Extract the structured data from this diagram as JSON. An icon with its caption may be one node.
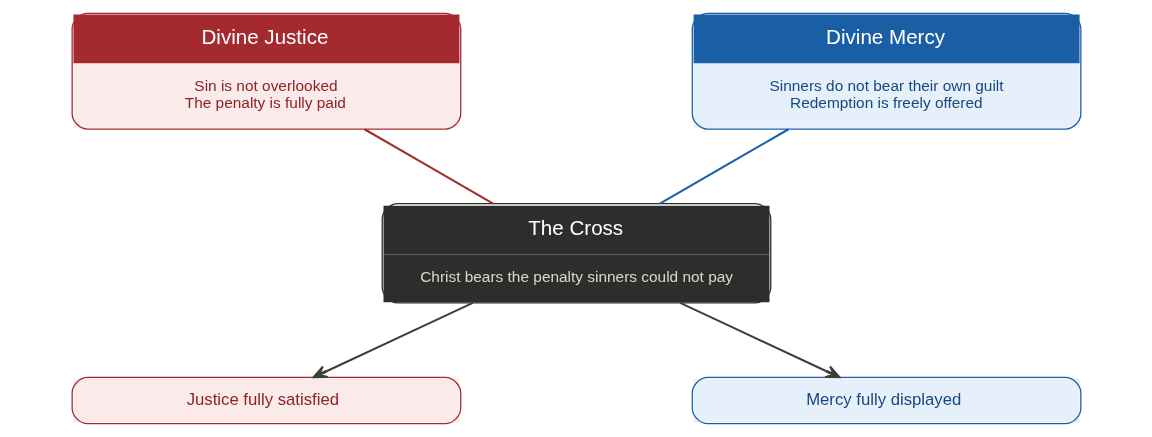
{
  "diagram": {
    "nodes": [
      {
        "text": [
          "Divine Justice",
          "Sin is not overlooked",
          "The penalty is fully paid"
        ]
      },
      {
        "text": [
          "Divine Mercy",
          "Sinners do not bear their own guilt",
          "Redemption is freely offered"
        ]
      },
      {
        "text": [
          "The Cross",
          "Christ bears the penalty sinners could not pay"
        ]
      },
      {
        "text": [
          "Justice fully satisfied"
        ]
      },
      {
        "text": [
          "Mercy fully displayed"
        ]
      }
    ],
    "edges": [
      {
        "from": 0,
        "to": 2,
        "arrow": "none",
        "color": "#a02c2c"
      },
      {
        "from": 1,
        "to": 2,
        "arrow": "none",
        "color": "#1a5fa5"
      },
      {
        "from": 2,
        "to": 3,
        "arrow": "to",
        "color": "#3d3d3d"
      },
      {
        "from": 2,
        "to": 4,
        "arrow": "to",
        "color": "#3d3d3d"
      }
    ]
  }
}
